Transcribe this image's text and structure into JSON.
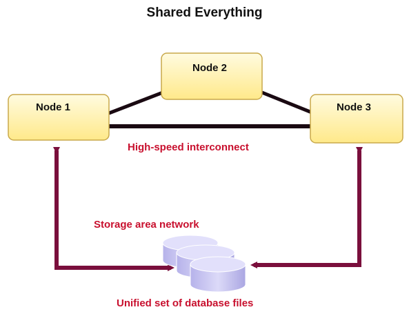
{
  "diagram": {
    "title": "Shared Everything",
    "nodes": [
      {
        "id": "node1",
        "label": "Node 1"
      },
      {
        "id": "node2",
        "label": "Node 2"
      },
      {
        "id": "node3",
        "label": "Node 3"
      }
    ],
    "interconnect_label": "High-speed interconnect",
    "san_label": "Storage area network",
    "files_label": "Unified set of database files",
    "colors": {
      "node_fill": "#fff4b8",
      "node_stroke": "#c8a84a",
      "interconnect_line": "#1a0a12",
      "arrow": "#7a0f3c",
      "label_red": "#c8102e",
      "disk_fill": "#c9c6f2"
    }
  }
}
